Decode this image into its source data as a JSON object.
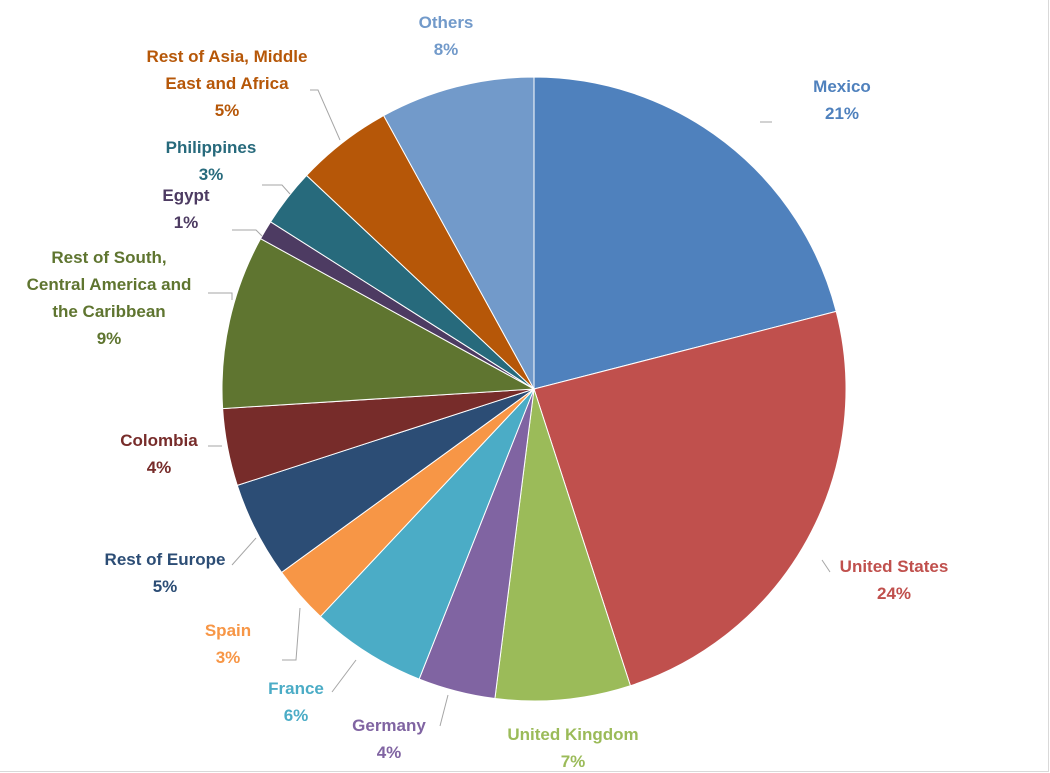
{
  "chart_data": {
    "type": "pie",
    "title": "",
    "start_angle_deg": 0,
    "direction": "clockwise",
    "slices": [
      {
        "label": "Mexico",
        "value": 21,
        "value_label": "21%",
        "color": "#4F81BD"
      },
      {
        "label": "United States",
        "value": 24,
        "value_label": "24%",
        "color": "#C0504D"
      },
      {
        "label": "United Kingdom",
        "value": 7,
        "value_label": "7%",
        "color": "#9BBB59"
      },
      {
        "label": "Germany",
        "value": 4,
        "value_label": "4%",
        "color": "#8064A2"
      },
      {
        "label": "France",
        "value": 6,
        "value_label": "6%",
        "color": "#4BACC6"
      },
      {
        "label": "Spain",
        "value": 3,
        "value_label": "3%",
        "color": "#F79646"
      },
      {
        "label": "Rest of Europe",
        "value": 5,
        "value_label": "5%",
        "color": "#2C4D75"
      },
      {
        "label": "Colombia",
        "value": 4,
        "value_label": "4%",
        "color": "#772C2A"
      },
      {
        "label": "Rest of South, Central America and the Caribbean",
        "value": 9,
        "value_label": "9%",
        "color": "#5F7530"
      },
      {
        "label": "Egypt",
        "value": 1,
        "value_label": "1%",
        "color": "#4D3B62"
      },
      {
        "label": "Philippines",
        "value": 3,
        "value_label": "3%",
        "color": "#276A7C"
      },
      {
        "label": "Rest of Asia, Middle East and Africa",
        "value": 5,
        "value_label": "5%",
        "color": "#B65708"
      },
      {
        "label": "Others",
        "value": 8,
        "value_label": "8%",
        "color": "#729ACA"
      }
    ]
  }
}
